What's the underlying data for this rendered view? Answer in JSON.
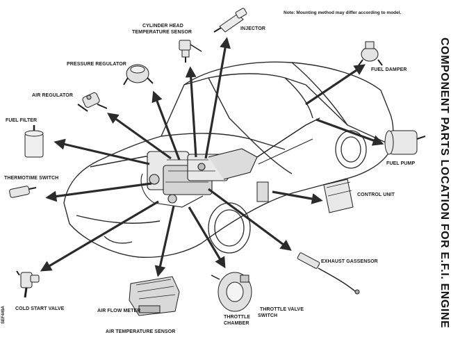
{
  "note": "Note:  Mounting method may differ according to model.",
  "title": "COMPONENT PARTS LOCATION FOR E.F.I.  ENGINE",
  "figure_code": "SEF449A",
  "labels": {
    "cylinder_head_temp_line1": "CYLINDER HEAD",
    "cylinder_head_temp_line2": "TEMPERATURE SENSOR",
    "injector": "INJECTOR",
    "pressure_regulator": "PRESSURE REGULATOR",
    "air_regulator": "AIR REGULATOR",
    "fuel_filter": "FUEL FILTER",
    "thermotime_switch": "THERMOTIME SWITCH",
    "fuel_damper": "FUEL DAMPER",
    "fuel_pump": "FUEL PUMP",
    "control_unit": "CONTROL UNIT",
    "exhaust_gas_sensor": "EXHAUST GASSENSOR",
    "throttle_valve_switch_line1": "THROTTLE VALVE",
    "throttle_valve_switch_line2": "SWITCH",
    "throttle_chamber_line1": "THROTTLE",
    "throttle_chamber_line2": "CHAMBER",
    "air_flow_meter": "AIR FLOW METER",
    "air_temperature_sensor": "AIR TEMPERATURE SENSOR",
    "cold_start_valve": "COLD START VALVE"
  },
  "colors": {
    "ink": "#1a1a1a",
    "arrow": "#2b2b2b",
    "paper": "#ffffff",
    "shade": "#8a8a8a"
  }
}
